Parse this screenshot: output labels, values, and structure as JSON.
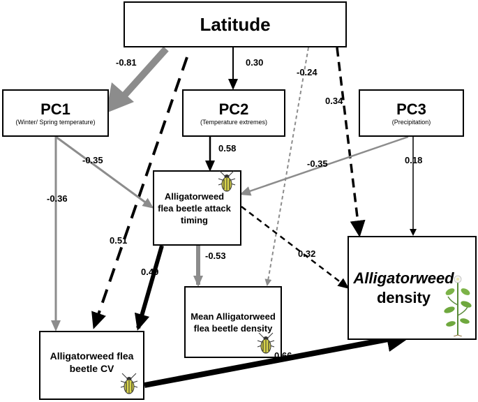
{
  "nodes": {
    "latitude": {
      "title": "Latitude"
    },
    "pc1": {
      "title": "PC1",
      "subtitle": "(Winter/ Spring temperature)"
    },
    "pc2": {
      "title": "PC2",
      "subtitle": "(Temperature extremes)"
    },
    "pc3": {
      "title": "PC3",
      "subtitle": "(Precipitation)"
    },
    "attack_timing": {
      "title": "Alligatorweed flea beetle attack timing"
    },
    "mean_density": {
      "title": "Mean Alligatorweed flea beetle density"
    },
    "cv": {
      "title": "Alligatorweed flea beetle CV"
    },
    "weed_density": {
      "title_italic": "Alligatorweed",
      "title_rest": "density"
    }
  },
  "paths": [
    {
      "id": "lat-pc1",
      "from": "Latitude",
      "to": "PC1",
      "coef": "-0.81",
      "color": "#8c8c8c",
      "style": "solid"
    },
    {
      "id": "lat-pc2",
      "from": "Latitude",
      "to": "PC2",
      "coef": "0.30",
      "color": "#000000",
      "style": "solid"
    },
    {
      "id": "lat-mean",
      "from": "Latitude",
      "to": "Mean Alligatorweed flea beetle density",
      "coef": "-0.24",
      "color": "#8c8c8c",
      "style": "dashed"
    },
    {
      "id": "lat-weed",
      "from": "Latitude",
      "to": "Alligatorweed density",
      "coef": "0.34",
      "color": "#000000",
      "style": "dashed"
    },
    {
      "id": "lat-cv",
      "from": "Latitude",
      "to": "Alligatorweed flea beetle CV",
      "coef": "0.51",
      "color": "#000000",
      "style": "dashed"
    },
    {
      "id": "pc2-attack",
      "from": "PC2",
      "to": "Alligatorweed flea beetle attack timing",
      "coef": "0.58",
      "color": "#000000",
      "style": "solid"
    },
    {
      "id": "pc1-attack",
      "from": "PC1",
      "to": "Alligatorweed flea beetle attack timing",
      "coef": "-0.35",
      "color": "#8c8c8c",
      "style": "solid"
    },
    {
      "id": "pc1-cv",
      "from": "PC1",
      "to": "Alligatorweed flea beetle CV",
      "coef": "-0.36",
      "color": "#8c8c8c",
      "style": "solid"
    },
    {
      "id": "pc3-attack",
      "from": "PC3",
      "to": "Alligatorweed flea beetle attack timing",
      "coef": "-0.35",
      "color": "#8c8c8c",
      "style": "solid"
    },
    {
      "id": "pc3-weed",
      "from": "PC3",
      "to": "Alligatorweed density",
      "coef": "0.18",
      "color": "#000000",
      "style": "solid"
    },
    {
      "id": "attack-cv",
      "from": "Alligatorweed flea beetle attack timing",
      "to": "Alligatorweed flea beetle CV",
      "coef": "0.49",
      "color": "#000000",
      "style": "solid"
    },
    {
      "id": "attack-mean",
      "from": "Alligatorweed flea beetle attack timing",
      "to": "Mean Alligatorweed flea beetle density",
      "coef": "-0.53",
      "color": "#8c8c8c",
      "style": "solid"
    },
    {
      "id": "attack-weed",
      "from": "Alligatorweed flea beetle attack timing",
      "to": "Alligatorweed density",
      "coef": "0.32",
      "color": "#000000",
      "style": "dashed"
    },
    {
      "id": "cv-weed",
      "from": "Alligatorweed flea beetle CV",
      "to": "Alligatorweed density",
      "coef": "0.66",
      "color": "#000000",
      "style": "solid"
    }
  ],
  "icons": {
    "beetle": "flea-beetle-icon",
    "plant": "alligatorweed-plant-icon"
  }
}
